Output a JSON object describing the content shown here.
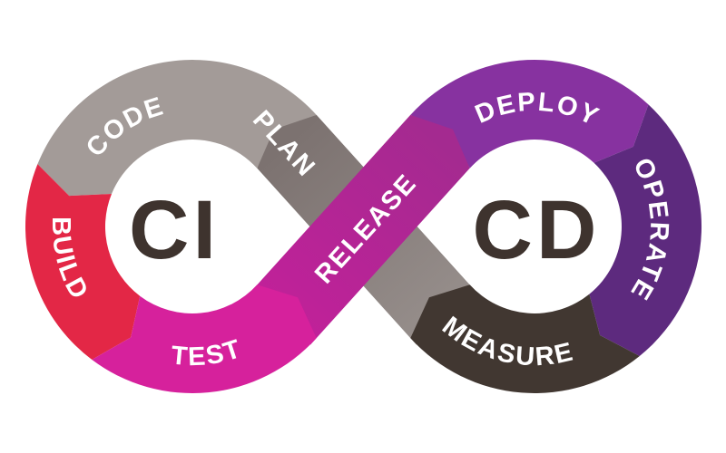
{
  "diagram": {
    "background": "#ffffff",
    "loop_label_color": "#3e332e",
    "left_loop": {
      "label": "CI"
    },
    "right_loop": {
      "label": "CD"
    },
    "segments": [
      {
        "id": "plan",
        "label": "PLAN",
        "color": "#7c7270",
        "color_end": "#958d8a"
      },
      {
        "id": "code",
        "label": "CODE",
        "color": "#a39b98"
      },
      {
        "id": "build",
        "label": "BUILD",
        "color": "#e32746"
      },
      {
        "id": "test",
        "label": "TEST",
        "color": "#d6219c"
      },
      {
        "id": "release",
        "label": "RELEASE",
        "color": "#c02199",
        "color_end": "#a42a90"
      },
      {
        "id": "deploy",
        "label": "DEPLOY",
        "color": "#8732a0"
      },
      {
        "id": "operate",
        "label": "OPERATE",
        "color": "#5d2a7e"
      },
      {
        "id": "measure",
        "label": "MEASURE",
        "color": "#413731"
      }
    ]
  }
}
